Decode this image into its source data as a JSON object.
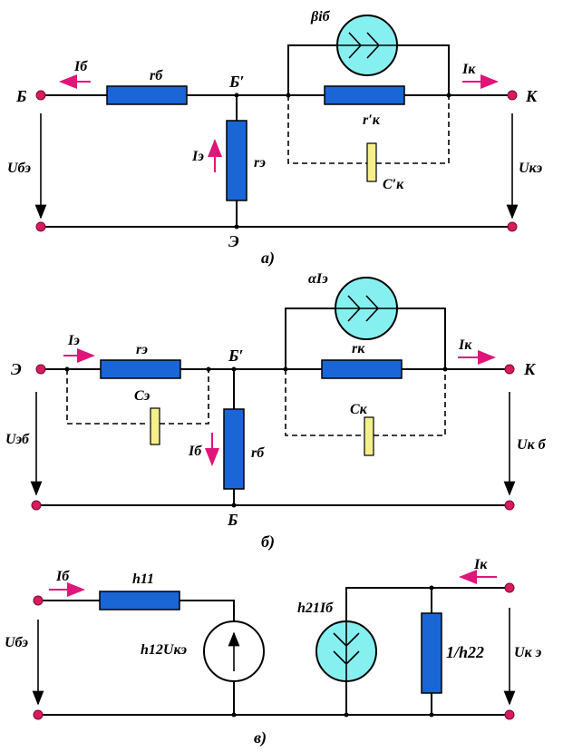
{
  "colors": {
    "resistor": "#1a66d6",
    "capacitor": "#f5f08a",
    "source": "#86f0f0",
    "terminal": "#d81b60",
    "current_arrow": "#e0157a"
  },
  "diagram_a": {
    "caption": "а)",
    "node_b": "Б",
    "node_b_prime": "Б′",
    "node_e": "Э",
    "node_k": "К",
    "i_b": "Iб",
    "r_b": "rб",
    "source_label": "βiб",
    "i_k": "Iк",
    "r_k": "r′к",
    "i_e": "Iэ",
    "r_e": "rэ",
    "c_k": "C′к",
    "u_be": "Uбэ",
    "u_ke": "Uкэ"
  },
  "diagram_b": {
    "caption": "б)",
    "node_e": "Э",
    "node_b_prime": "Б′",
    "node_k": "К",
    "node_b": "Б",
    "i_e": "Iэ",
    "r_e": "rэ",
    "source_label": "αIэ",
    "r_k": "rк",
    "i_k": "Iк",
    "c_e": "Cэ",
    "c_k": "Cк",
    "i_b": "Iб",
    "r_b": "rб",
    "u_eb": "Uэб",
    "u_kb": "Uк б"
  },
  "diagram_c": {
    "caption": "в)",
    "i_b": "Iб",
    "h11": "h11",
    "h12_label": "h12Uкэ",
    "h21_label": "h21Iб",
    "h22_label": "1/h22",
    "i_k": "Iк",
    "u_be": "Uбэ",
    "u_ke": "Uк э"
  }
}
